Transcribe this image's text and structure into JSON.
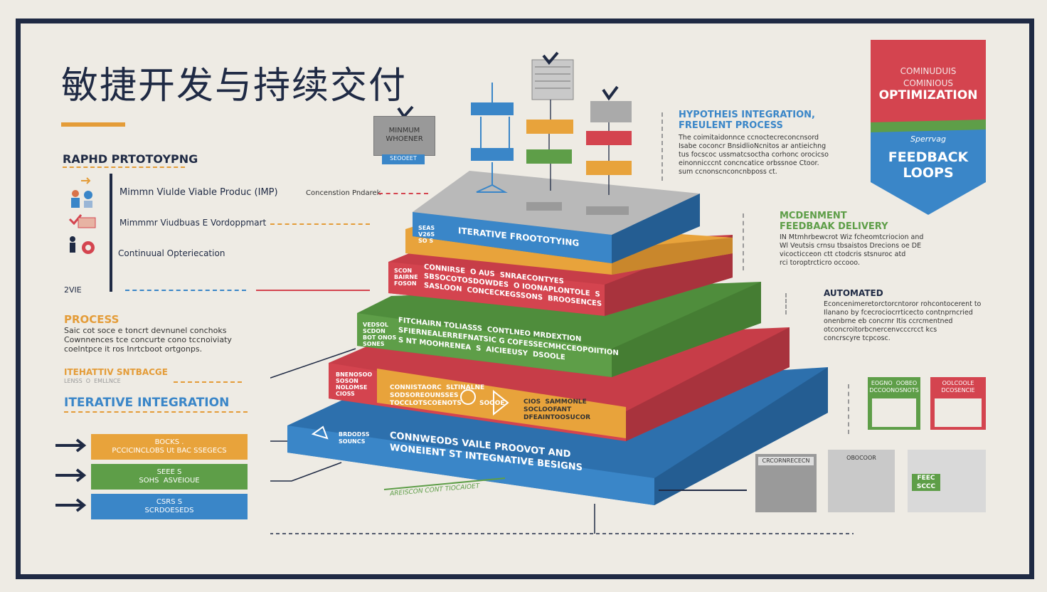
{
  "title": "敏捷开发与持续交付",
  "left_panel": {
    "heading": "RAPHD PRTOTOYPNG",
    "items": [
      {
        "label": "Mimmn Viulde Viable Produc (IMP)",
        "note": "Concenstion Pndarek"
      },
      {
        "label": "Mimmmr Viudbuas E Vordoppmart",
        "note": ""
      },
      {
        "label": "Continuual Opteriecation",
        "note": ""
      }
    ],
    "bottom_label": "2VIE",
    "process_heading": "PROCESS",
    "process_text": "Saic cot soce e toncrt devnunel conchoks\nCownnences tce concurte cono tccnoiviaty\ncoelntpce it ros Inrtcboot ortgonps.",
    "iterative_strategy": "ITEHATTIV SNTBACGE",
    "iterative_strategy_sub": "LENSS  O  EMLLNCE",
    "iterative_integration": "ITERATIVE INTEGRATION",
    "bars": [
      {
        "text": "BOCKS .\nPCCICINCLOBS Ut BAC SSEGECS",
        "color": "#e8a33b"
      },
      {
        "text": "SEEE S\nSOHS  ASVEIOUE",
        "color": "#5e9e48"
      },
      {
        "text": "CSRS S\nSCRDOESEDS",
        "color": "#3a86c8"
      }
    ]
  },
  "top_cards": {
    "mvp_card": "MINMUM\nWHOENER",
    "mvp_tag": "SEOOEET"
  },
  "pyramid": {
    "layers": [
      {
        "side": "ITERATIVE FROOTOTYING",
        "face": "SEAS\nV26S\nSO S",
        "color": "#3a86c8"
      },
      {
        "side": "",
        "face": "",
        "color": "#e8a33b"
      },
      {
        "side": "CONNIRSE  O AUS  SNRAECONTYES\nSBSOCOTOSDOWDES  O IOONAPLONTOLE  S\nSASLOON  CONCECKEGSSONS  BROOSENCES",
        "face": "SCON\nBAIRNE\nFOSON",
        "color": "#d4444f"
      },
      {
        "side": "FITCHAIRN TOLIASSS  CONTLNEO MRDEXTION\nSFIERNEALERREFNATSIC G COFESSECMHCCEOPOIITION\nS NT MOOHRENEA  S  AICIEEUSY  DSOOLE",
        "face": "VEDSOL\nSCDON\nBOT ONOS\nSONES",
        "color": "#5e9e48"
      },
      {
        "side": "CONNISTAORC  SLTINALNE\nSODSOREOUNSSES\nTOCCLOTSCOENOTS        SOOOE",
        "face": "BNENOSOO\nSOSON\nNOLOMSE\nCIOSS",
        "color": "#d4444f"
      },
      {
        "side": "CONNWEODS VAILE PROOVOT AND\nWONEIENT ST INTEGNATIVE BESIGNS",
        "face": "BRDODSS\nSOUNCS",
        "color": "#3a86c8"
      }
    ],
    "mid_box_text": "CIOS  SAMMONLE\nSOCLOOFANT\nDFEAINTOOSUCOR",
    "base_caption": "AREISCON CONT TIOCAIOET"
  },
  "right_panel": {
    "hyp_heading": "HYPOTHEIS INTEGRATION,\nFREULENT PROCESS",
    "hyp_text": "The coimitaidonnce ccnoctecreconcnsord\nIsabe coconcr BnsidlioNcnitos ar antieichng\ntus focscoc ussmatcsoctha corhonc orocicso\neinonnicccnt concncatice orbssnoe Ctoor.\nsum ccnonscnconcnbposs ct.",
    "inc_heading": "MCDENMENT\nFEEDBAAK DELIVERY",
    "inc_text": "IN Mtmhrbewcrot Wiz fcheomtcriocion and\nWl Veutsis crnsu tbsaistos Drecions oe DE\nvicocticceon ctt ctodcris stsnuroc atd\nrci toroptrcticro occooo.",
    "auto_heading": "AUTOMATED",
    "auto_text": "Econcenimeretorctorcntoror rohcontocerent to\nIlanano by fcecrociocrrticecto contnprncried\nonenbrne eb concrnr Itis ccrcmentned\notconcroitorbcnercenvcccrcct kcs\nconcrscyre tcpcosc.",
    "banner_top": "COMINUDUIS\nCOMINIOUS",
    "banner_opt": "OPTIMIZATION",
    "banner_script": "Sperrvag",
    "banner_fb": "FEEDBACK\nLOOPS",
    "green_card": "EOGNO  OOBEO\nDCCOONOSNOTS",
    "red_card": "OOLCOOLE\nDCOSENCIE",
    "gray_card1": "CRCORNRECECN",
    "gray_card2": "OBOCOOR",
    "gray_card3": "FEEC\nSCCC"
  },
  "colors": {
    "navy": "#1f2a44",
    "blue": "#3a86c8",
    "orange": "#e8a33b",
    "red": "#d4444f",
    "green": "#5e9e48",
    "gray": "#9a9a9a"
  },
  "icons": [
    "arrow-right-icon",
    "people-icon",
    "gear-icon",
    "checkmark-icon",
    "server-icon",
    "flow-icon"
  ]
}
